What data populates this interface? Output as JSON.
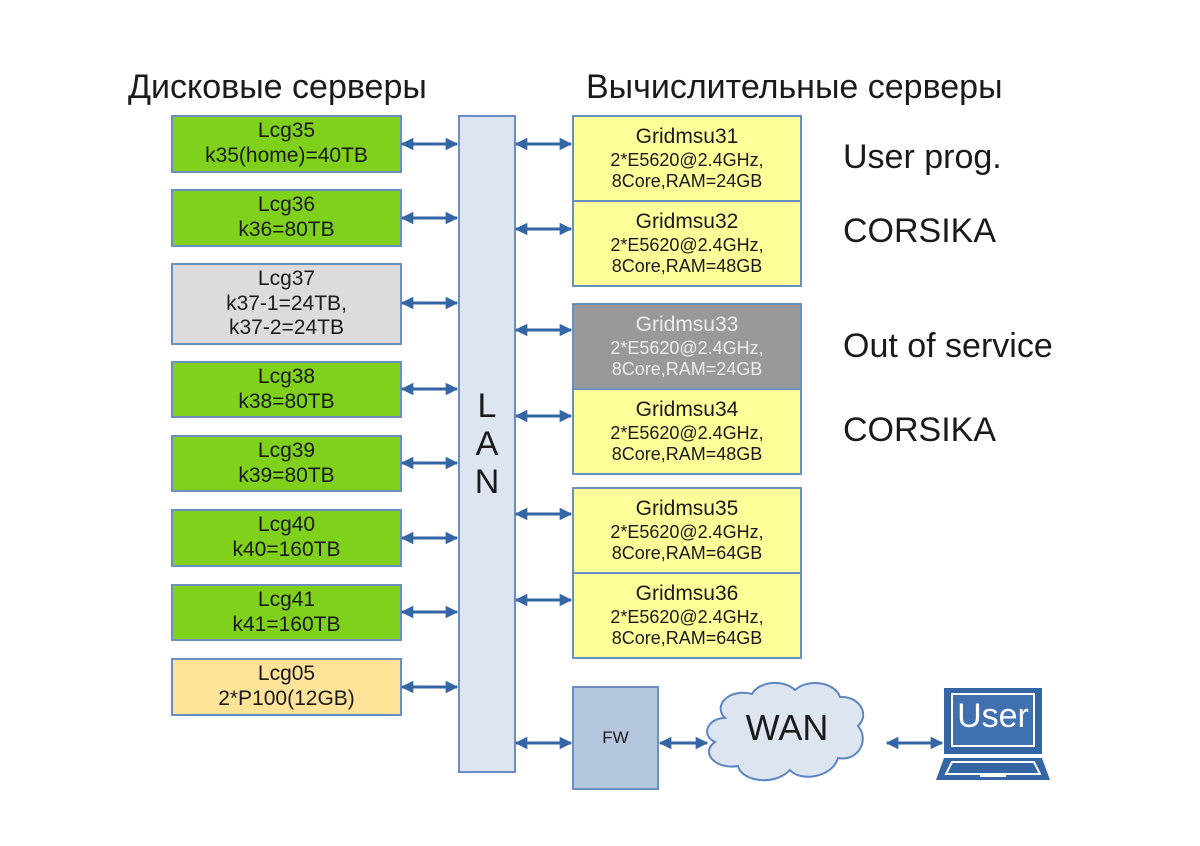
{
  "headings": {
    "disk_servers": "Дисковые серверы",
    "compute_servers": "Вычислительные серверы"
  },
  "disk_servers": [
    {
      "name": "Lcg35",
      "lines": [
        "k35(home)=40TB"
      ],
      "status": "green"
    },
    {
      "name": "Lcg36",
      "lines": [
        "k36=80TB"
      ],
      "status": "green"
    },
    {
      "name": "Lcg37",
      "lines": [
        "k37-1=24TB,",
        "k37-2=24TB"
      ],
      "status": "gray"
    },
    {
      "name": "Lcg38",
      "lines": [
        "k38=80TB"
      ],
      "status": "green"
    },
    {
      "name": "Lcg39",
      "lines": [
        "k39=80TB"
      ],
      "status": "green"
    },
    {
      "name": "Lcg40",
      "lines": [
        "k40=160TB"
      ],
      "status": "green"
    },
    {
      "name": "Lcg41",
      "lines": [
        "k41=160TB"
      ],
      "status": "green"
    },
    {
      "name": "Lcg05",
      "lines": [
        "2*P100(12GB)"
      ],
      "status": "yellow"
    }
  ],
  "compute_servers": [
    {
      "name": "Gridmsu31",
      "cpu": "2*E5620@2.4GHz,",
      "mem": "8Core,RAM=24GB",
      "status": "active"
    },
    {
      "name": "Gridmsu32",
      "cpu": "2*E5620@2.4GHz,",
      "mem": "8Core,RAM=48GB",
      "status": "active"
    },
    {
      "name": "Gridmsu33",
      "cpu": "2*E5620@2.4GHz,",
      "mem": "8Core,RAM=24GB",
      "status": "out-of-service"
    },
    {
      "name": "Gridmsu34",
      "cpu": "2*E5620@2.4GHz,",
      "mem": "8Core,RAM=48GB",
      "status": "active"
    },
    {
      "name": "Gridmsu35",
      "cpu": "2*E5620@2.4GHz,",
      "mem": "8Core,RAM=64GB",
      "status": "active"
    },
    {
      "name": "Gridmsu36",
      "cpu": "2*E5620@2.4GHz,",
      "mem": "8Core,RAM=64GB",
      "status": "active"
    }
  ],
  "role_labels": [
    "User prog.",
    "CORSIKA",
    "Out of service",
    "CORSIKA"
  ],
  "network": {
    "lan_label": "LAN",
    "firewall_label": "FW",
    "wan_label": "WAN",
    "user_label": "User"
  },
  "colors": {
    "disk_active": "#7fd11b",
    "disk_inactive": "#dcdcdc",
    "gpu": "#ffe399",
    "compute_active": "#ffff99",
    "compute_off": "#999999",
    "lan_fill": "#dde5f0",
    "connector": "#3465a4",
    "border": "#6b8fc0"
  }
}
